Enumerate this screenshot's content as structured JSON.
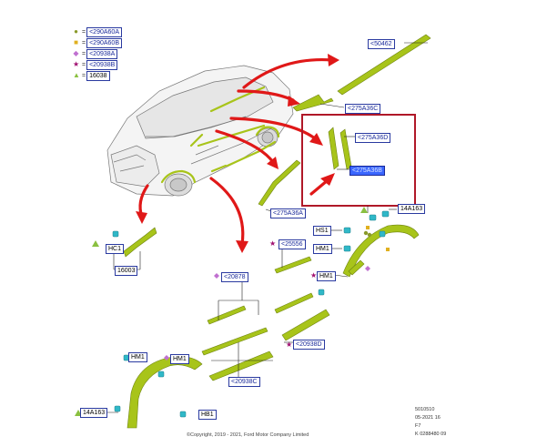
{
  "legend": [
    {
      "icon": "circle-dot-icon",
      "color": "#8a9a2a",
      "label": "<290A60A"
    },
    {
      "icon": "square-dot-icon",
      "color": "#e0b020",
      "label": "<290A60B"
    },
    {
      "icon": "diamond-icon",
      "color": "#c070d0",
      "label": "<20938A"
    },
    {
      "icon": "star-icon",
      "color": "#a01070",
      "label": "<20938B"
    },
    {
      "icon": "triangle-icon",
      "color": "#8ac040",
      "label": "16038"
    }
  ],
  "callouts": {
    "c50462": "<50462",
    "c275A36C": "<275A36C",
    "c275A36D": "<275A36D",
    "c275A36B": "<275A36B",
    "c275A36A": "<275A36A",
    "c14A163_top": "14A163",
    "c25556": "<25556",
    "cHS1": "HS1",
    "cHM1_a": "HM1",
    "cHM1_b": "HM1",
    "cHM1_c": "HM1",
    "cHM1_d": "HM1",
    "cHC1": "HC1",
    "c16003": "16003",
    "c20878": "<20878",
    "c20938D": "<20938D",
    "c20938C": "<20938C",
    "cHB1": "HB1",
    "c14A163_bot": "14A163"
  },
  "meta": {
    "line1": "5010510",
    "line2": "05-2021 16",
    "line3": "F7",
    "line4": "K 0288480 09"
  },
  "copyright": "©Copyright, 2019 - 2021, Ford Motor Company Limited",
  "colors": {
    "part": "#a8c41a",
    "part_dark": "#6e8410",
    "arrow": "#e01818",
    "highlight_box": "#b01828",
    "clip": "#30b8c8",
    "leader": "#222222"
  }
}
